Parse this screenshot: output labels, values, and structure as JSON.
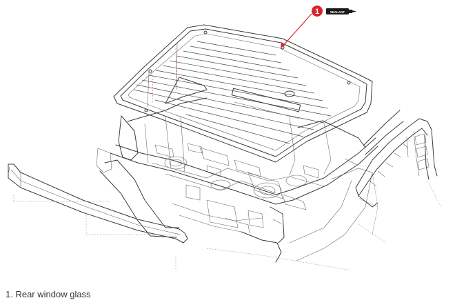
{
  "callout": {
    "number": "1",
    "sealant_label": "SEALANT",
    "color": "#d9232e"
  },
  "caption": {
    "text": "1. Rear window glass"
  }
}
